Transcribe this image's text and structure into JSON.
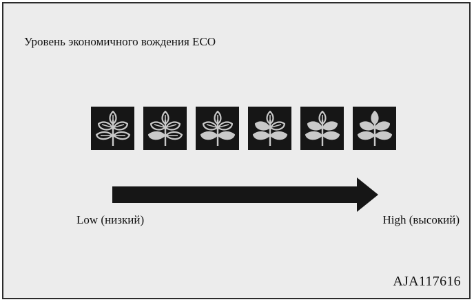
{
  "title": "Уровень экономичного вождения ECO",
  "levels": [
    {
      "filled_leaves": 0
    },
    {
      "filled_leaves": 1
    },
    {
      "filled_leaves": 2
    },
    {
      "filled_leaves": 3
    },
    {
      "filled_leaves": 4
    },
    {
      "filled_leaves": 5
    }
  ],
  "scale": {
    "low_label": "Low (низкий)",
    "high_label": "High (высокий)"
  },
  "figure_code": "AJA117616",
  "colors": {
    "icon_bg": "#161616",
    "leaf": "#c9c9c9",
    "arrow": "#161616",
    "panel_bg": "#ececec"
  }
}
